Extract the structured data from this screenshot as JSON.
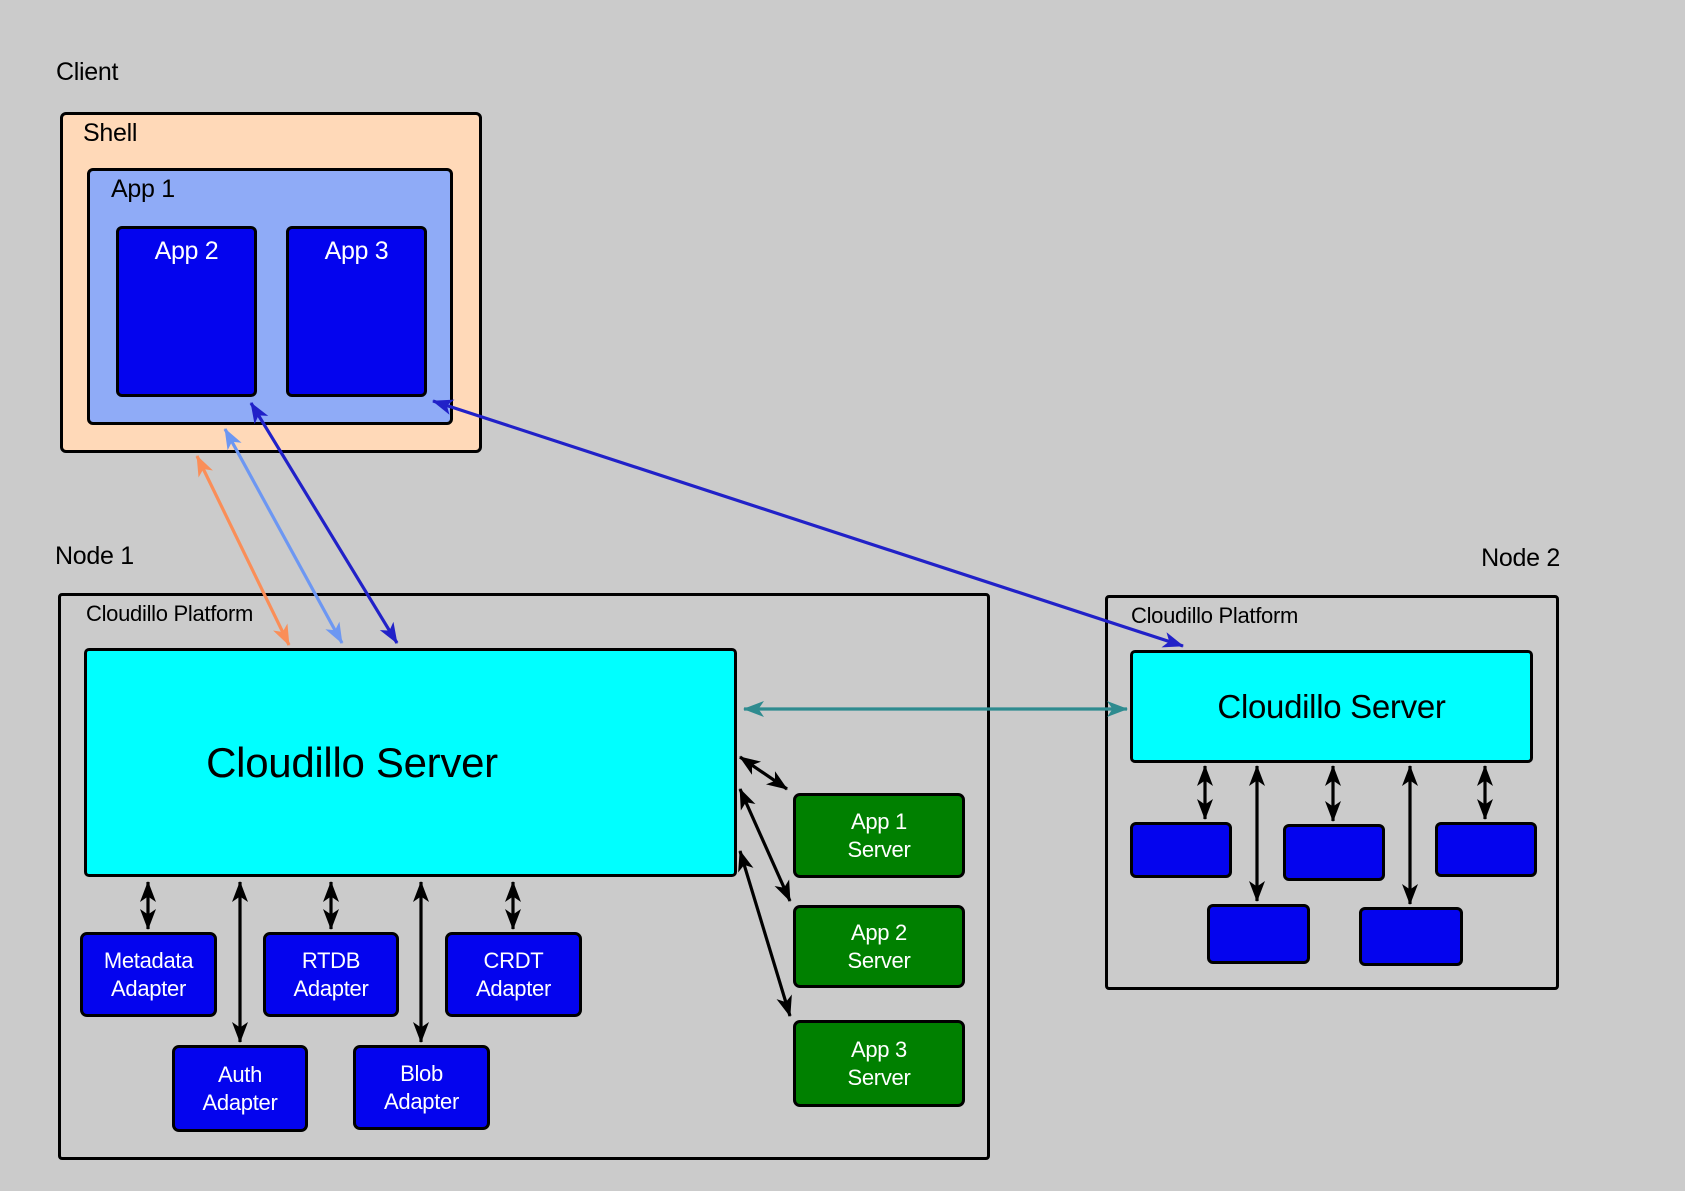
{
  "colors": {
    "background": "#cbcbcb",
    "shell-fill": "#ffd9b8",
    "app-frame-fill": "#8fabf7",
    "app-box-fill": "#0404ee",
    "server-fill": "#00ffff",
    "app-server-fill": "#008000",
    "box-border": "#000000",
    "label-light": "#ffffff",
    "arrow-black": "#000000",
    "arrow-orange": "#fa8e58",
    "arrow-light-blue": "#6d97f2",
    "arrow-dark-blue": "#2121c8",
    "arrow-teal": "#2e8b8f"
  },
  "client": {
    "label": "Client",
    "shell_label": "Shell",
    "app1_label": "App 1",
    "app2_label": "App 2",
    "app3_label": "App 3"
  },
  "node1": {
    "label": "Node 1",
    "platform_label": "Cloudillo Platform",
    "server_label": "Cloudillo Server",
    "adapters": [
      {
        "label": "Metadata Adapter"
      },
      {
        "label": "RTDB Adapter"
      },
      {
        "label": "CRDT Adapter"
      },
      {
        "label": "Auth Adapter"
      },
      {
        "label": "Blob Adapter"
      }
    ],
    "app_servers": [
      {
        "label": "App 1 Server"
      },
      {
        "label": "App 2 Server"
      },
      {
        "label": "App 3 Server"
      }
    ]
  },
  "node2": {
    "label": "Node 2",
    "platform_label": "Cloudillo Platform",
    "server_label": "Cloudillo Server",
    "unlabeled_adapter_boxes": 5
  }
}
